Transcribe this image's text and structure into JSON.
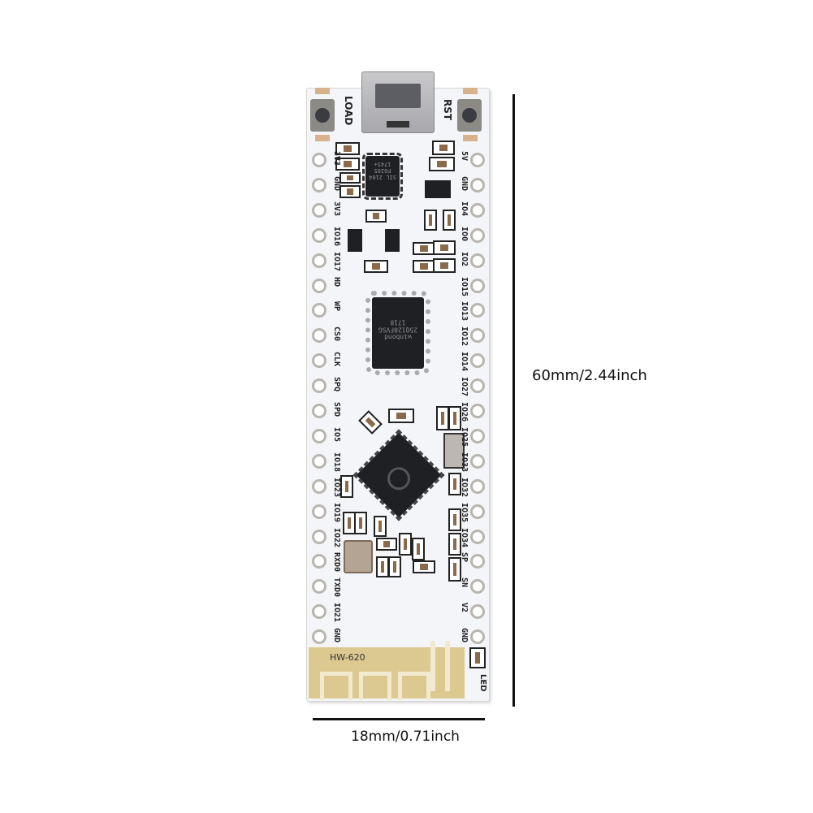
{
  "dimensions": {
    "height_label": "60mm/2.44inch",
    "width_label": "18mm/0.71inch"
  },
  "board": {
    "model": "HW-620",
    "button_left_label": "LOAD",
    "button_right_label": "RST",
    "led_label": "LED",
    "flash_chip_text": "winbond 25Q128FVSG 1718",
    "usb_chip_text": "SIL 2104 F0205 1745+",
    "left_pins": [
      "3V3",
      "GND",
      "3V3",
      "IO16",
      "IO17",
      "HD",
      "WP",
      "CS0",
      "CLK",
      "SPQ",
      "SPD",
      "IO5",
      "IO18",
      "IO23",
      "IO19",
      "IO22",
      "RXD0",
      "TXD0",
      "IO21",
      "GND"
    ],
    "right_pins": [
      "5V",
      "GND",
      "IO4",
      "IO0",
      "IO2",
      "IO15",
      "IO13",
      "IO12",
      "IO14",
      "IO27",
      "IO26",
      "IO25",
      "IO33",
      "IO32",
      "IO35",
      "IO34",
      "SP",
      "SN",
      "V2",
      "GND"
    ],
    "colors": {
      "pcb": "#f4f5f8",
      "antenna": "#dcc98f",
      "chip": "#1f2023"
    }
  }
}
